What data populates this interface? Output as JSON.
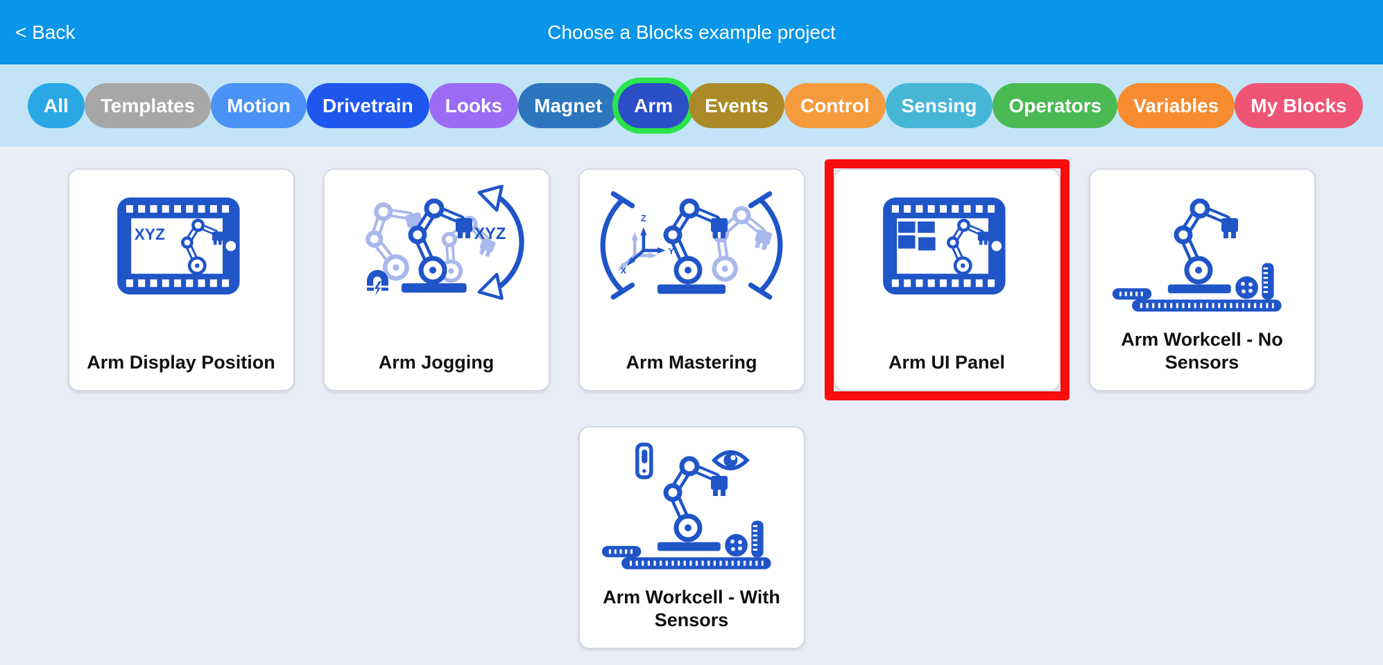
{
  "header": {
    "back_label": "< Back",
    "title": "Choose a Blocks example project"
  },
  "filters": {
    "items": [
      {
        "label": "All",
        "color": "#2aa8e6",
        "selected": false
      },
      {
        "label": "Templates",
        "color": "#a7a7a7",
        "selected": false
      },
      {
        "label": "Motion",
        "color": "#4a92f5",
        "selected": false
      },
      {
        "label": "Drivetrain",
        "color": "#1e57ee",
        "selected": false
      },
      {
        "label": "Looks",
        "color": "#9c6bf4",
        "selected": false
      },
      {
        "label": "Magnet",
        "color": "#2d76bd",
        "selected": false
      },
      {
        "label": "Arm",
        "color": "#2b4ec6",
        "selected": true
      },
      {
        "label": "Events",
        "color": "#ac8a28",
        "selected": false
      },
      {
        "label": "Control",
        "color": "#f59b3d",
        "selected": false
      },
      {
        "label": "Sensing",
        "color": "#46b6d7",
        "selected": false
      },
      {
        "label": "Operators",
        "color": "#4ab952",
        "selected": false
      },
      {
        "label": "Variables",
        "color": "#f68b2f",
        "selected": false
      },
      {
        "label": "My Blocks",
        "color": "#f05475",
        "selected": false
      }
    ]
  },
  "projects": {
    "cards": [
      {
        "label": "Arm Display Position",
        "icon": "tablet-xyz-arm",
        "highlighted": false
      },
      {
        "label": "Arm Jogging",
        "icon": "arm-jogging",
        "highlighted": false
      },
      {
        "label": "Arm Mastering",
        "icon": "arm-mastering",
        "highlighted": false
      },
      {
        "label": "Arm UI Panel",
        "icon": "tablet-ui-grid-arm",
        "highlighted": true
      },
      {
        "label": "Arm Workcell - No Sensors",
        "icon": "arm-workcell",
        "highlighted": false
      },
      {
        "label": "Arm Workcell - With Sensors",
        "icon": "arm-workcell-sensors",
        "highlighted": false
      }
    ]
  },
  "icon_text": {
    "xyz": "XYZ",
    "axis_x": "X",
    "axis_y": "Y",
    "axis_z": "Z"
  },
  "colors": {
    "topbar_bg": "#0995e8",
    "filter_bg": "#c3e4f6",
    "main_bg": "#e9edf8",
    "card_bg": "#ffffff",
    "card_border": "#d5d8de",
    "icon_blue": "#2055c8",
    "ghost_blue": "#a9b8ec",
    "highlight_red": "#f90d0d",
    "selected_ring": "#2be34a",
    "pill_text": "#ffffff",
    "title_text": "#ffffff",
    "label_text": "#111111"
  }
}
